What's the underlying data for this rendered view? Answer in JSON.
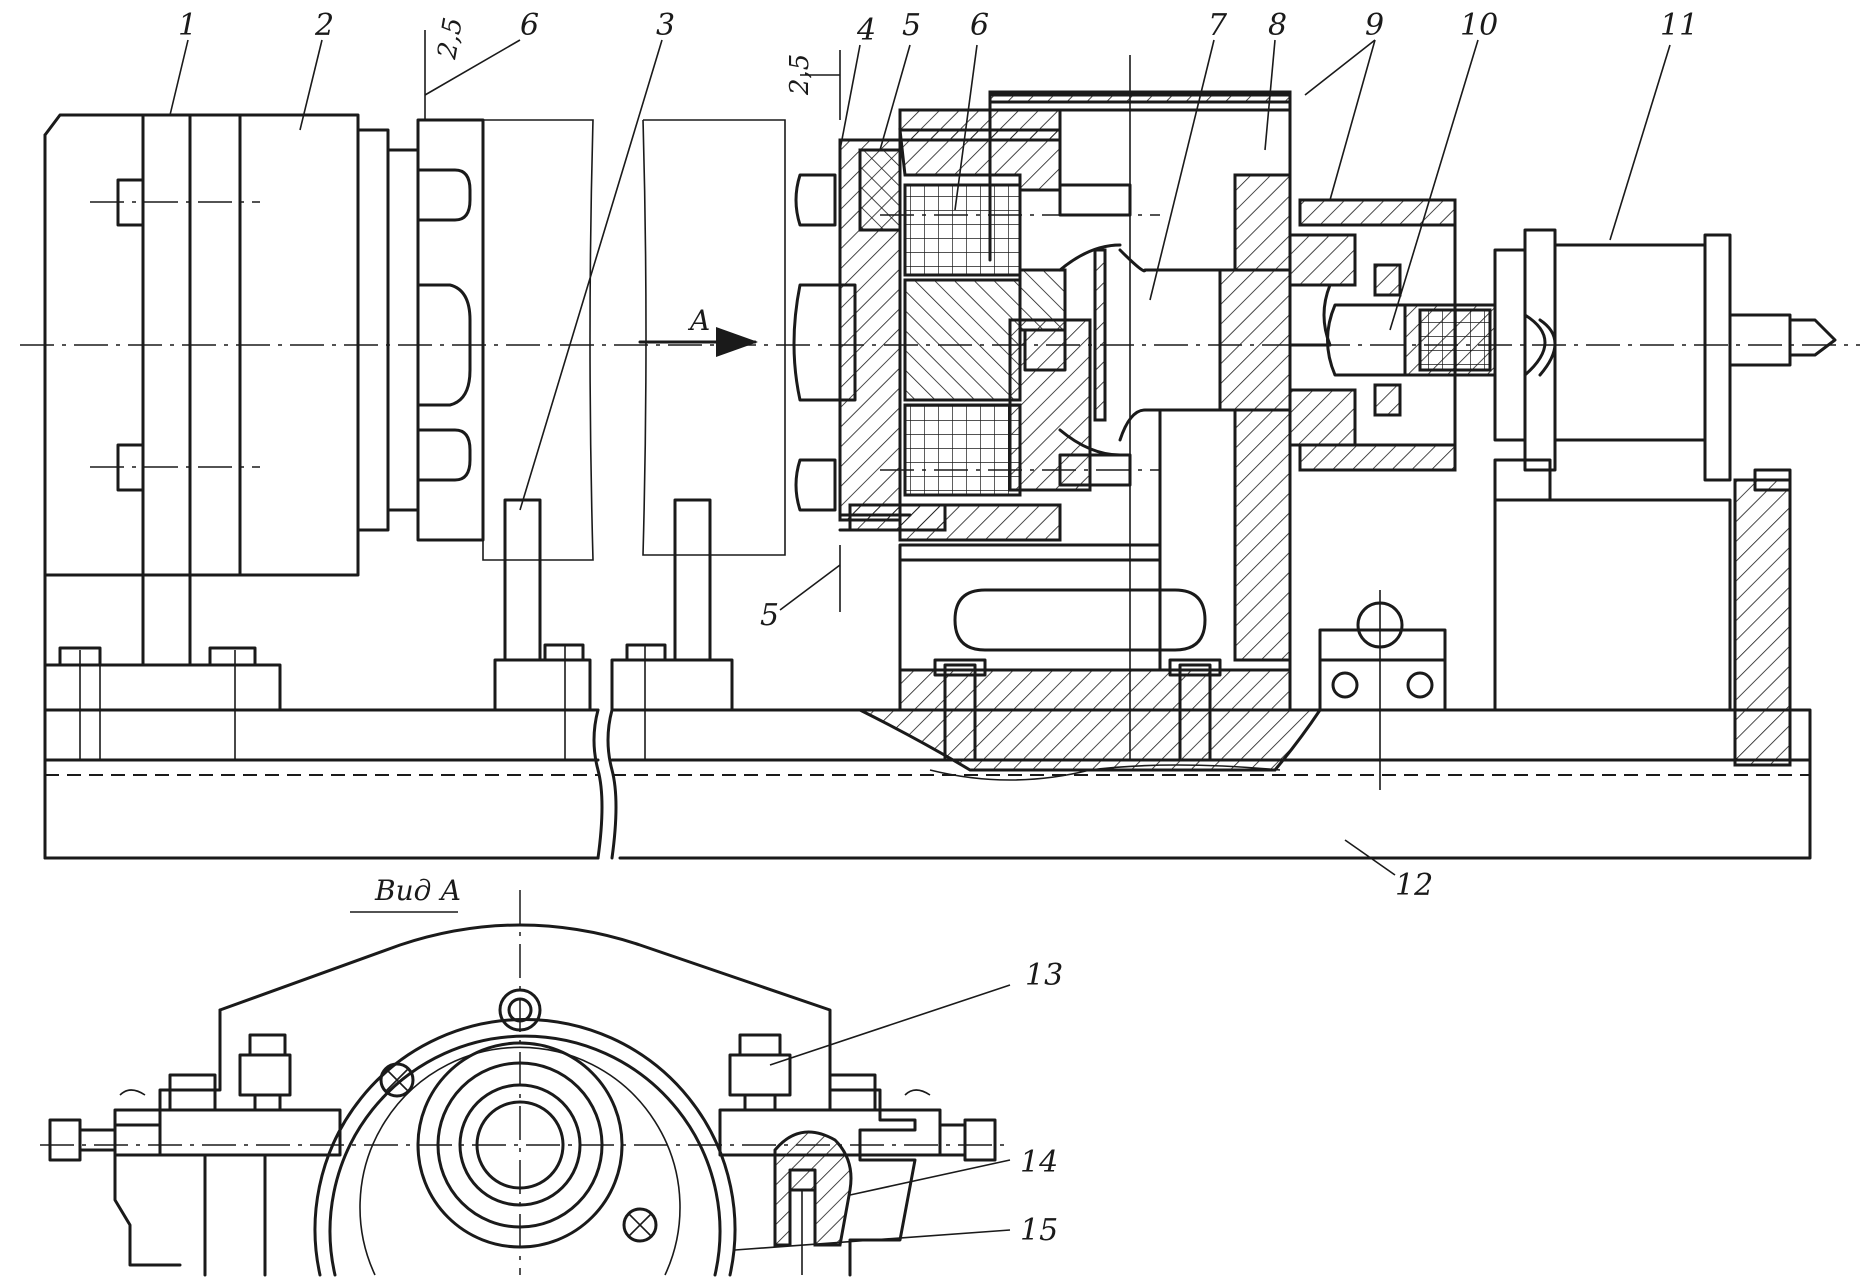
{
  "labels": {
    "n1": "1",
    "n2": "2",
    "n3": "3",
    "n4": "4",
    "n5a": "5",
    "n5b": "5",
    "n6a": "6",
    "n6b": "6",
    "n7": "7",
    "n8": "8",
    "n9": "9",
    "n10": "10",
    "n11": "11",
    "n12": "12",
    "n13": "13",
    "n14": "14",
    "n15": "15"
  },
  "dims": {
    "d1": "2,5",
    "d2": "2,5"
  },
  "view": {
    "arrow_label": "A",
    "caption": "Вид А"
  }
}
